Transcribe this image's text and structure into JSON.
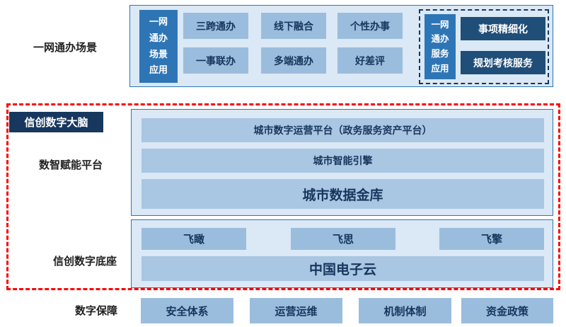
{
  "colors": {
    "canvas-bg": "#ffffff",
    "box-bg": "#dbe8f5",
    "box-border": "#2e75b6",
    "bar-fill": "#a9c6e2",
    "chip-fill": "#9bbddd",
    "dark-block": "#2e75b6",
    "navy": "#1f4e79",
    "badge-bg": "#17375e",
    "text-navy": "#17365d",
    "red": "#fe0000",
    "dashed-navy": "#17375e"
  },
  "top_section": {
    "side_label": "一网通办场景",
    "scene_block": "一网\n通办\n场景\n应用",
    "grid": [
      "三跨通办",
      "线下融合",
      "个性办事",
      "一事联办",
      "多端通办",
      "好差评"
    ],
    "service_block": "一网\n通办\n服务\n应用",
    "service_items": [
      "事项精细化",
      "规划考核服务"
    ]
  },
  "brain_section": {
    "badge": "信创数字大脑",
    "platform": {
      "side_label": "数智赋能平台",
      "bars": [
        "城市数字运营平台（政务服务资产平台）",
        "城市智能引擎",
        "城市数据金库"
      ]
    },
    "base": {
      "side_label": "信创数字底座",
      "chips": [
        "飞瞰",
        "飞思",
        "飞擎"
      ],
      "cloud_bar": "中国电子云"
    }
  },
  "bottom_section": {
    "side_label": "数字保障",
    "items": [
      "安全体系",
      "运营运维",
      "机制体制",
      "资金政策"
    ]
  }
}
